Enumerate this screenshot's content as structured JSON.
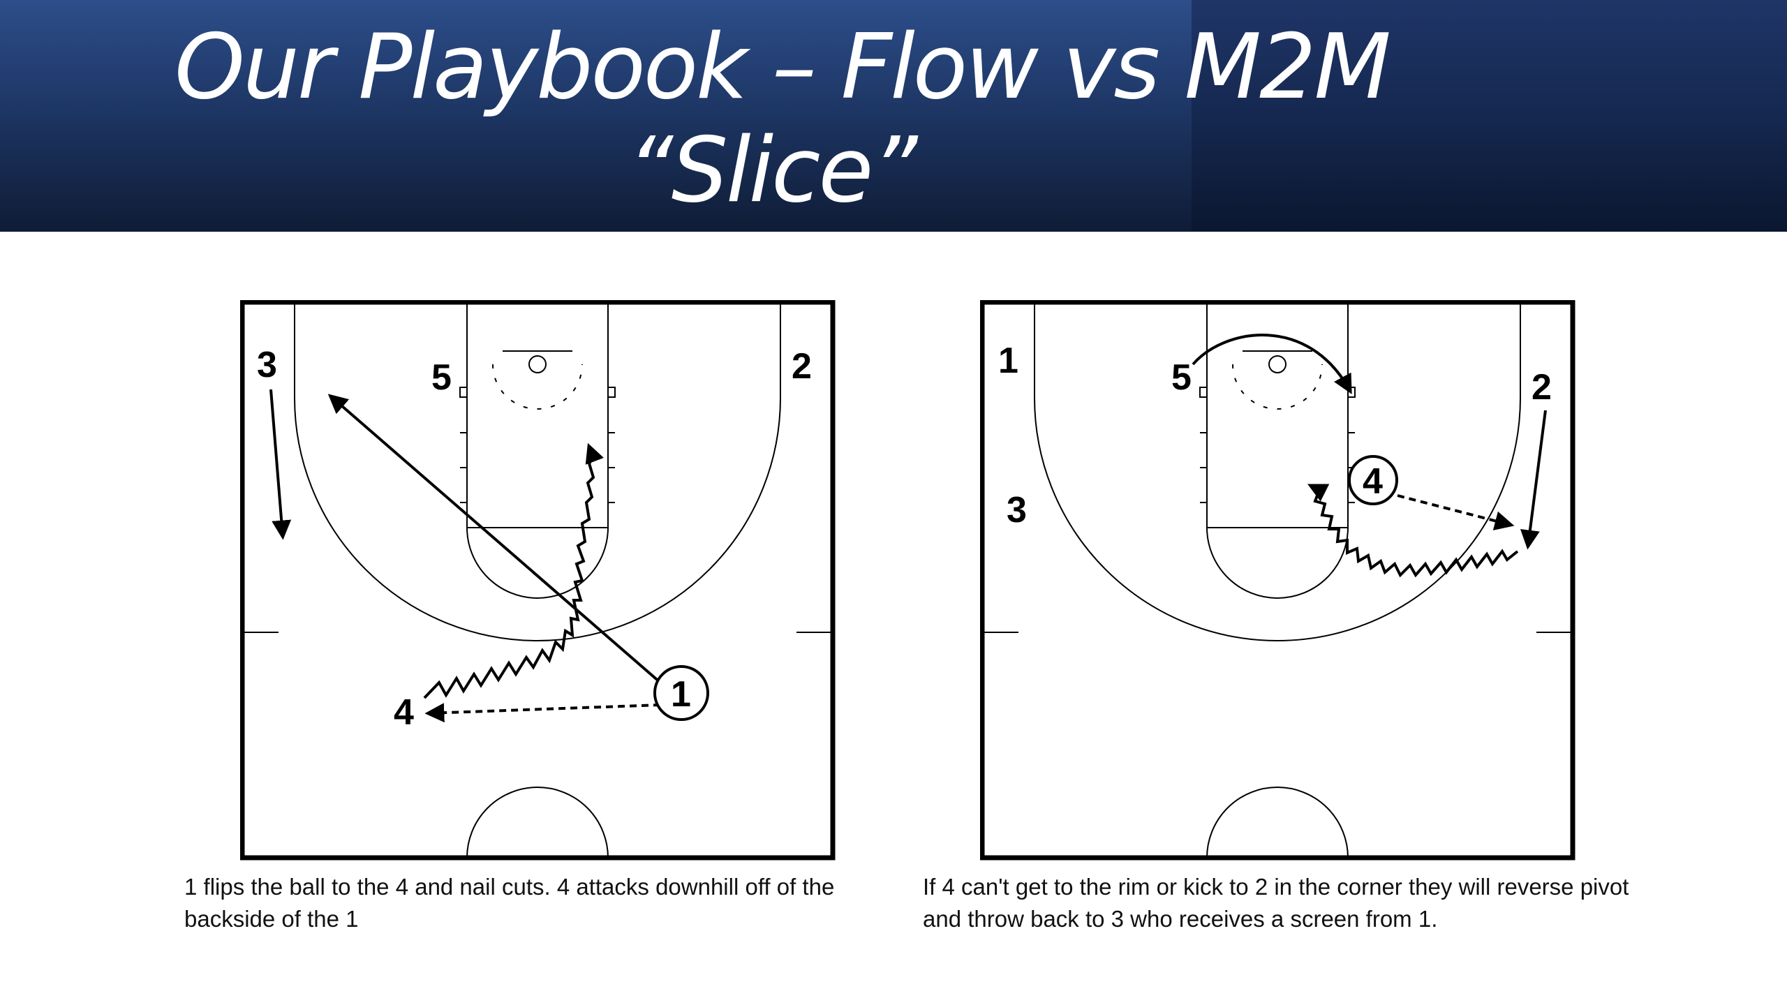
{
  "slide": {
    "title_line1": "Our Playbook – Flow vs M2M",
    "title_line2": "“Slice”",
    "colors": {
      "banner_top": "#2d4e8a",
      "banner_bottom": "#0f1c36",
      "title": "#ffffff",
      "ink": "#000000"
    }
  },
  "diagrams": [
    {
      "players": [
        {
          "label": "3"
        },
        {
          "label": "5"
        },
        {
          "label": "2"
        },
        {
          "label": "4"
        },
        {
          "label": "1",
          "circled": true
        }
      ],
      "caption": "1 flips the ball to the 4 and nail cuts. 4 attacks downhill off of the backside of the 1"
    },
    {
      "players": [
        {
          "label": "1"
        },
        {
          "label": "5"
        },
        {
          "label": "2"
        },
        {
          "label": "3"
        },
        {
          "label": "4",
          "circled": true
        }
      ],
      "caption": "If 4 can't get to the rim or kick to 2 in the corner they will reverse pivot and throw back to 3 who receives a screen from 1."
    }
  ]
}
